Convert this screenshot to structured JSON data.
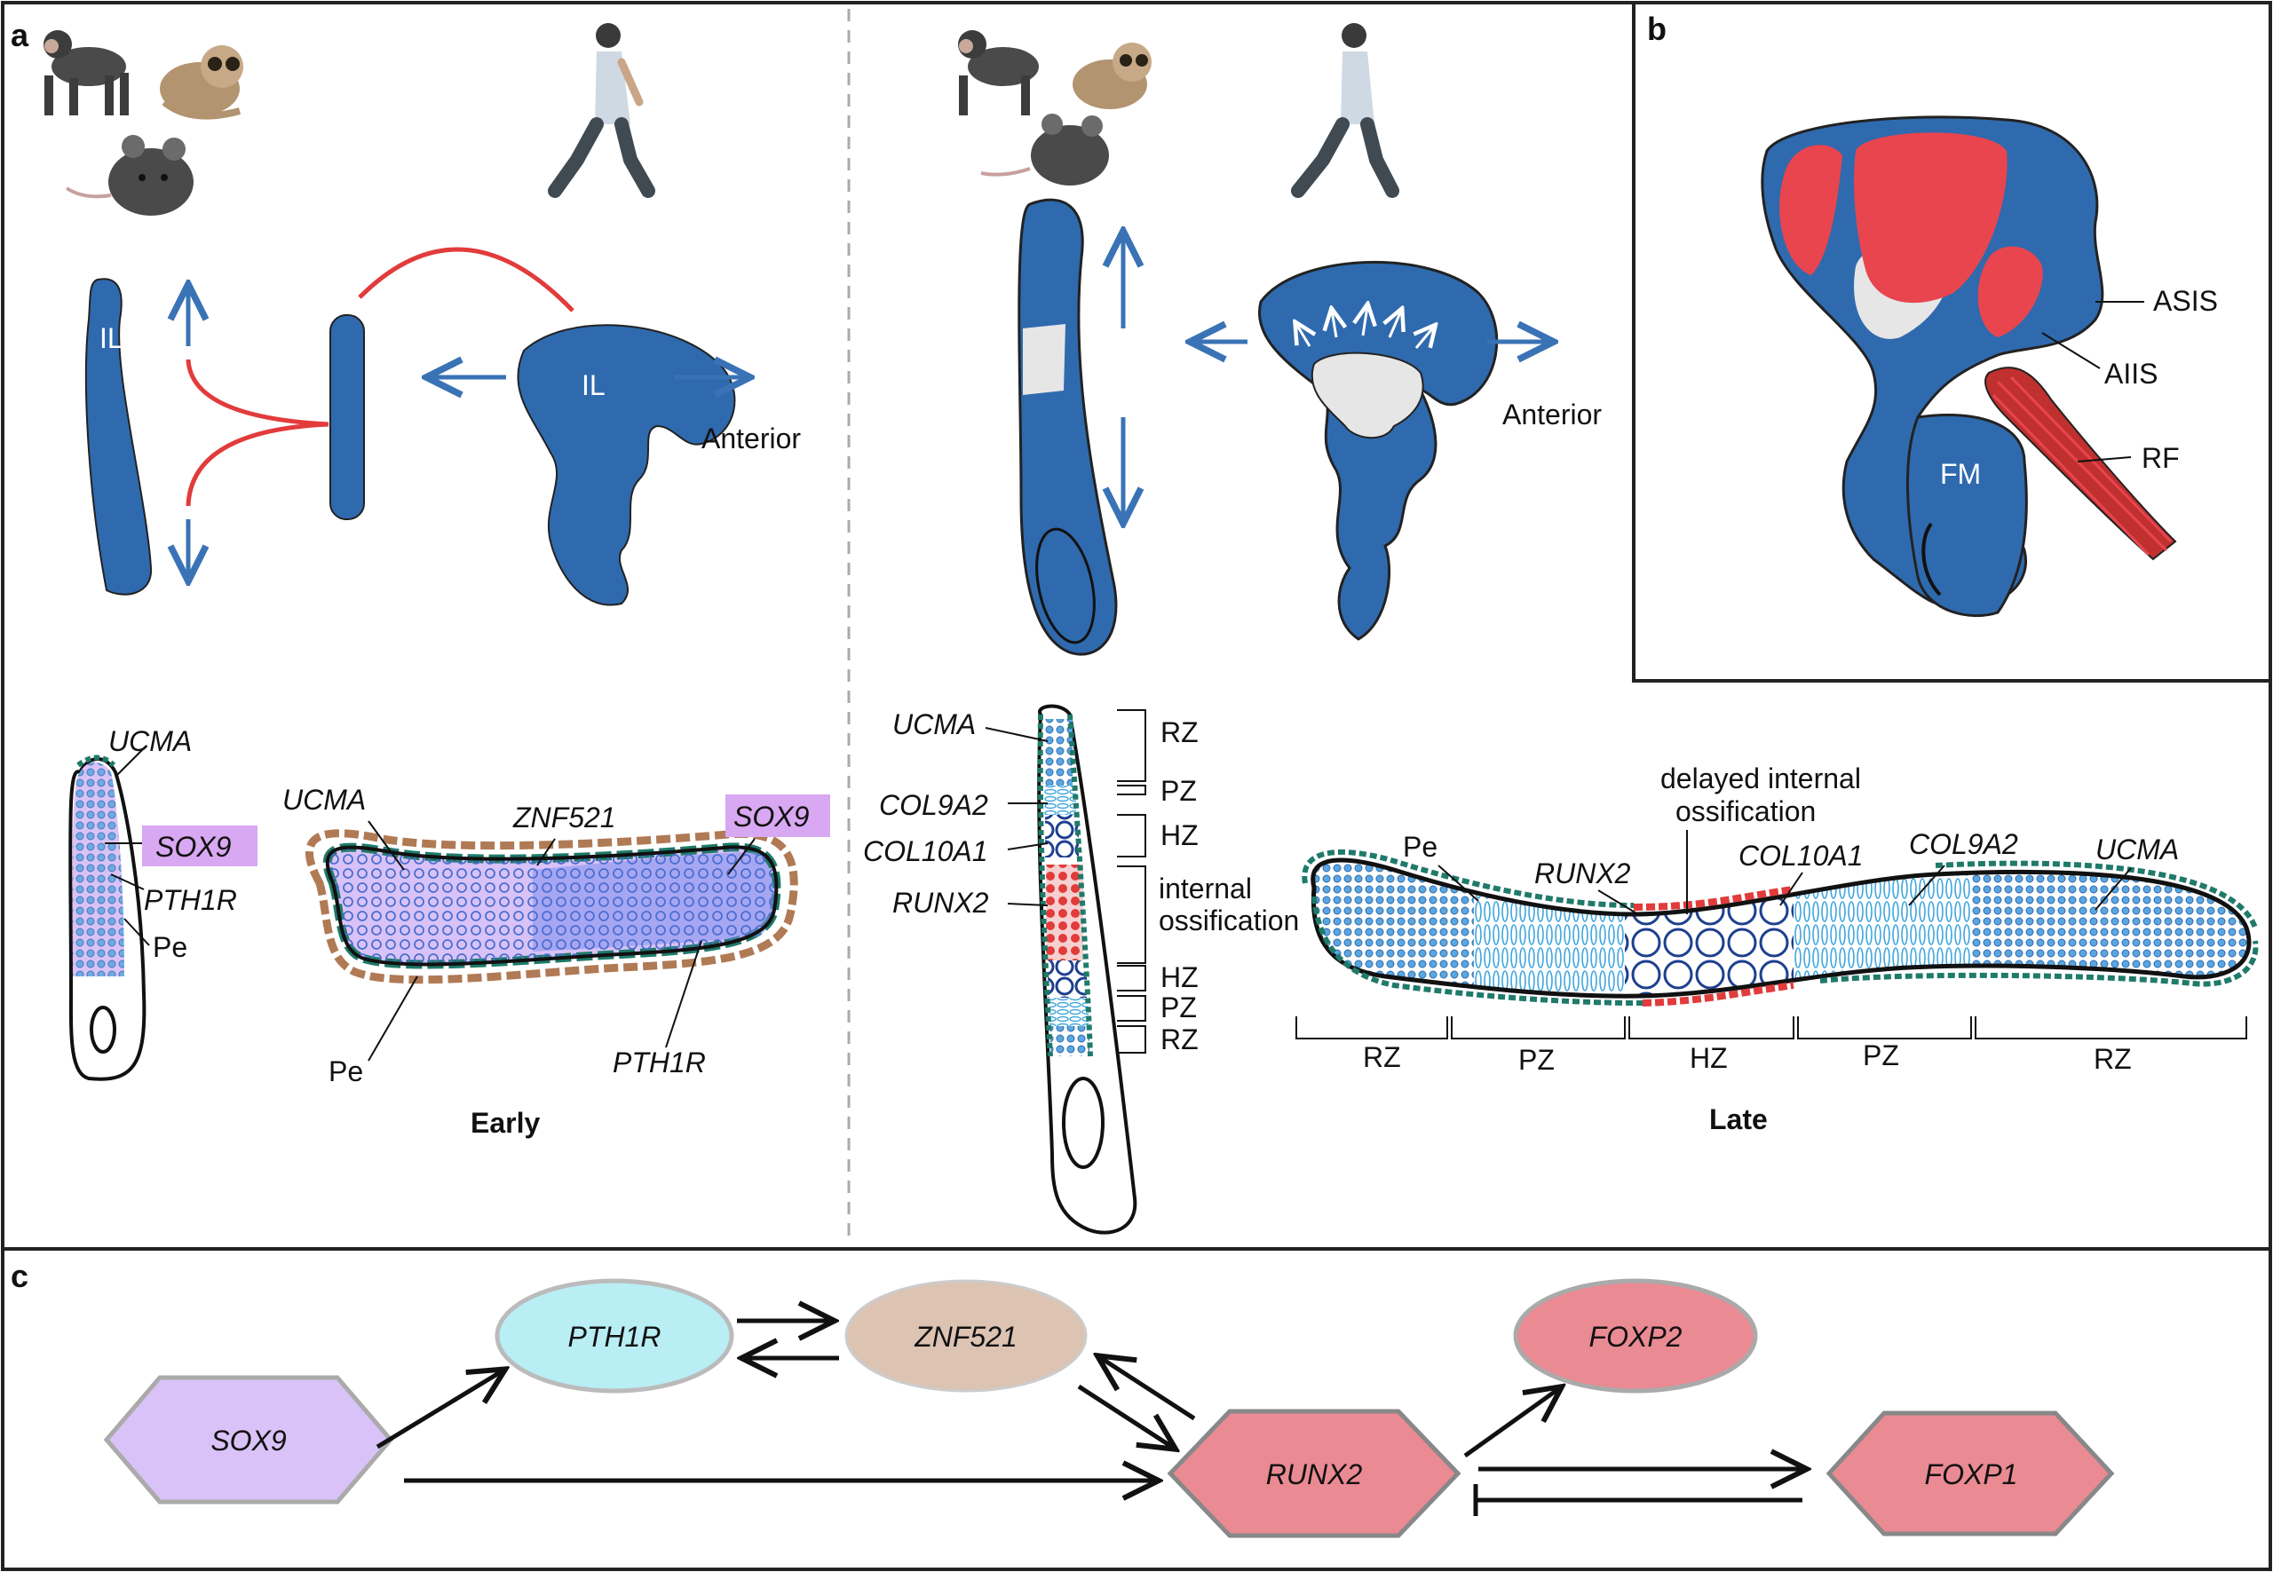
{
  "panels": {
    "a": "a",
    "b": "b",
    "c": "c"
  },
  "panel_a": {
    "early_title": "Early",
    "late_title": "Late",
    "il_label_1": "IL",
    "il_label_2": "IL",
    "anterior_1": "Anterior",
    "anterior_2": "Anterior",
    "early_genes": {
      "ucma_1": "UCMA",
      "sox9_1": "SOX9",
      "pth1r_1": "PTH1R",
      "pe_1": "Pe",
      "ucma_2": "UCMA",
      "znf521": "ZNF521",
      "sox9_2": "SOX9",
      "pe_2": "Pe",
      "pth1r_2": "PTH1R"
    },
    "late_vertical": {
      "ucma": "UCMA",
      "col9a2": "COL9A2",
      "col10a1": "COL10A1",
      "runx2": "RUNX2",
      "zones": [
        "RZ",
        "PZ",
        "HZ"
      ],
      "ossification_line1": "internal",
      "ossification_line2": "ossification",
      "zones_bottom": [
        "HZ",
        "PZ",
        "RZ"
      ]
    },
    "late_horizontal": {
      "delayed_line1": "delayed internal",
      "delayed_line2": "ossification",
      "pe": "Pe",
      "runx2": "RUNX2",
      "col10a1": "COL10A1",
      "col9a2": "COL9A2",
      "ucma": "UCMA",
      "zones": [
        "RZ",
        "PZ",
        "HZ",
        "PZ",
        "RZ"
      ]
    }
  },
  "panel_b": {
    "asis": "ASIS",
    "aiis": "AIIS",
    "rf": "RF",
    "fm": "FM"
  },
  "panel_c": {
    "nodes": [
      {
        "id": "sox9",
        "label": "SOX9",
        "color": "#d9c2f7",
        "shape": "hexagon"
      },
      {
        "id": "pth1r",
        "label": "PTH1R",
        "color": "#b8eef4",
        "shape": "ellipse"
      },
      {
        "id": "znf521",
        "label": "ZNF521",
        "color": "#dcc3b2",
        "shape": "ellipse"
      },
      {
        "id": "runx2",
        "label": "RUNX2",
        "color": "#ea8a93",
        "shape": "hexagon"
      },
      {
        "id": "foxp2",
        "label": "FOXP2",
        "color": "#ea8a93",
        "shape": "ellipse"
      },
      {
        "id": "foxp1",
        "label": "FOXP1",
        "color": "#ea8a93",
        "shape": "hexagon"
      }
    ]
  },
  "colors": {
    "bone_blue": "#2f6aae",
    "red": "#e8454f",
    "arrow_blue": "#3a73b5",
    "cartilage_gray": "#e6e6e6"
  }
}
